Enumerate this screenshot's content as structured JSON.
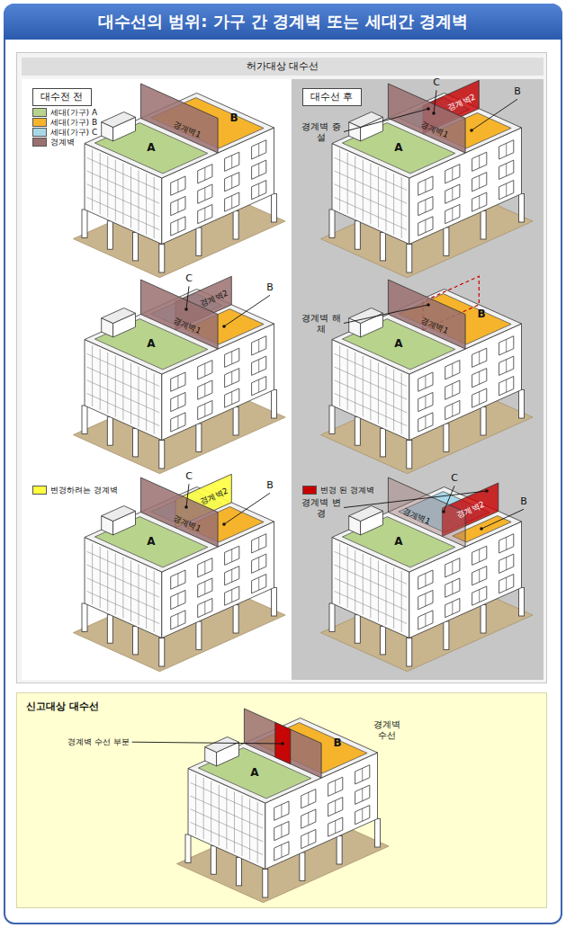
{
  "diagram": {
    "title": "대수선의 범위: 가구 간 경계벽 또는 세대간 경계벽",
    "nodes": [
      {
        "text": [
          "허가대상 대수선"
        ]
      },
      {
        "text": [
          "대수전 전"
        ]
      },
      {
        "text": [
          "대수선 후"
        ]
      },
      {
        "text": [
          "신고대상 대수선"
        ]
      }
    ],
    "labels": [
      "B",
      "A",
      "경계벽1",
      "C",
      "B",
      "경계벽 증설",
      "경계벽2",
      "경계벽1",
      "A",
      "C",
      "B",
      "경계벽2",
      "경계벽1",
      "A",
      "경계벽 해체",
      "경계벽1",
      "B",
      "A",
      "C",
      "B",
      "경계벽2",
      "경계벽1",
      "A",
      "경계벽 변경",
      "C",
      "경계벽2",
      "경계벽1",
      "B",
      "A",
      "경계벽 수선",
      "경계벽 수선 부분",
      "A",
      "B"
    ],
    "legend": [
      {
        "text": "세대(가구) A",
        "color": "#b8d48c"
      },
      {
        "text": "세대(가구) B",
        "color": "#f6b42c"
      },
      {
        "text": "세대(가구) C",
        "color": "#a8d8e8"
      },
      {
        "text": "경계벽",
        "color": "#9a7070"
      },
      {
        "text": "변경하려는 경계벽",
        "color": "#ffff40"
      },
      {
        "text": "변경 된 경계벽",
        "color": "#c80000"
      }
    ]
  }
}
